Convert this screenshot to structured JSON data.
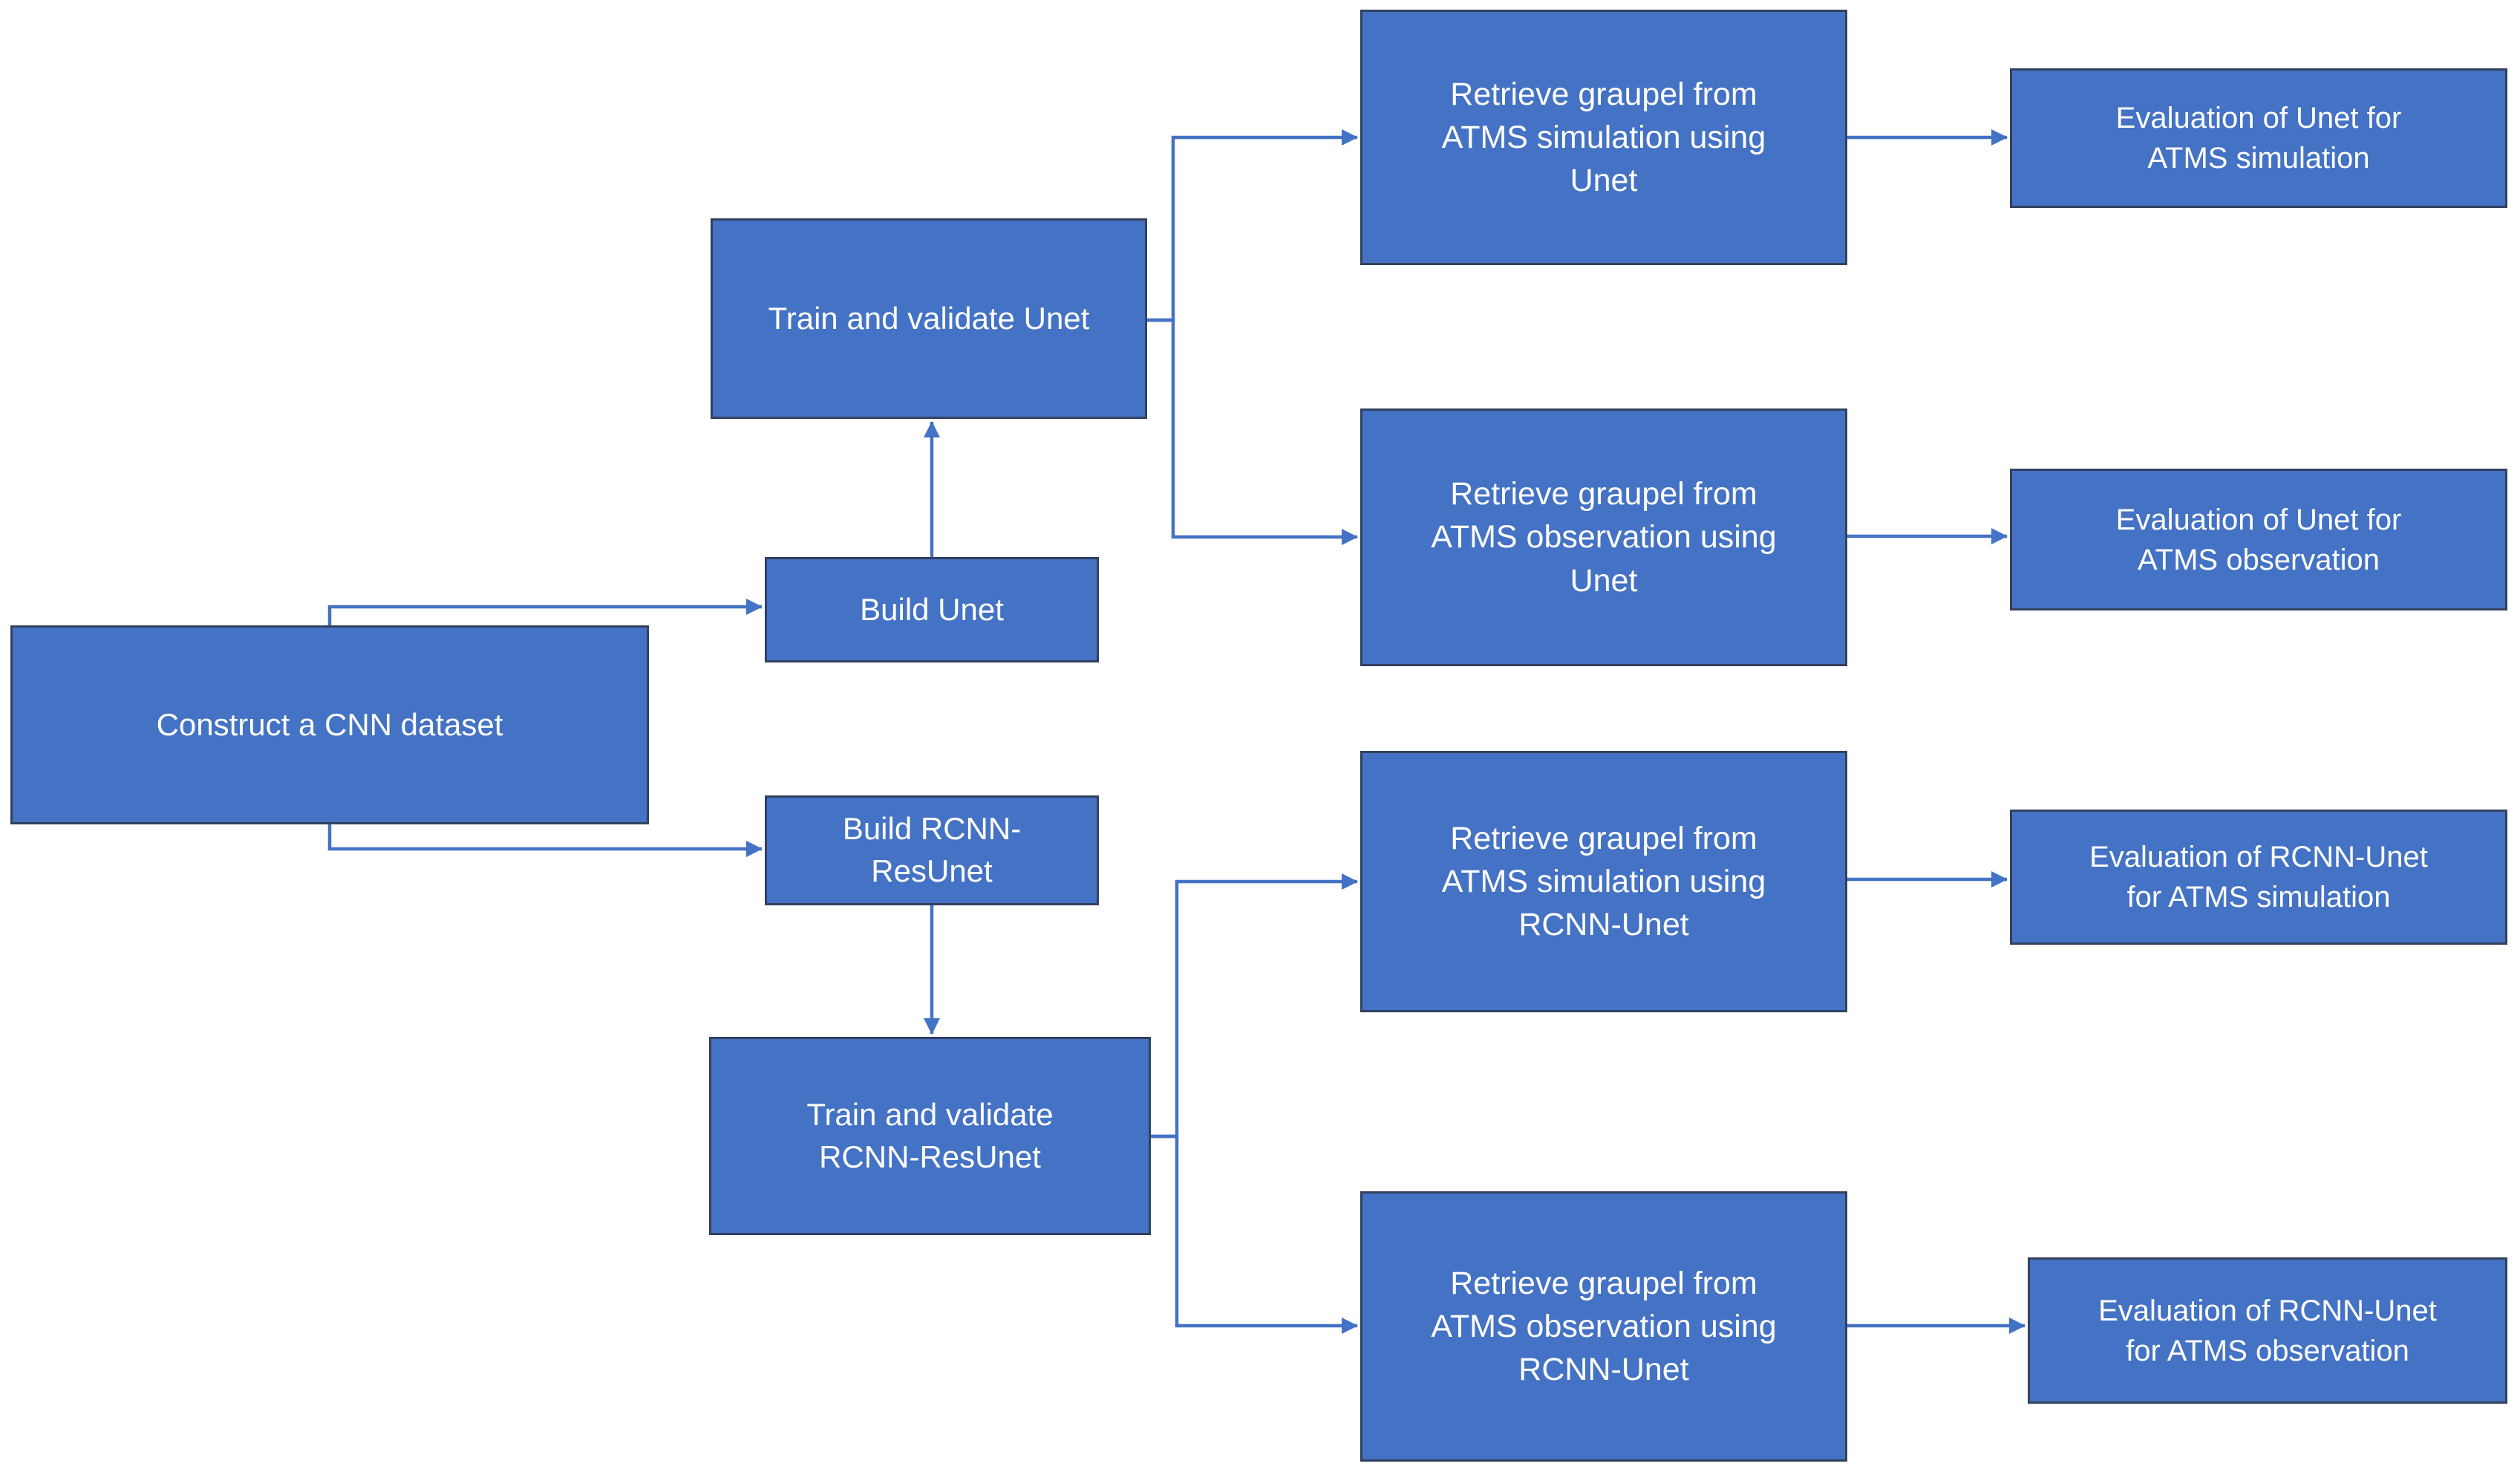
{
  "diagram": {
    "type": "flowchart",
    "background_color": "#ffffff",
    "colors": {
      "node_fill": "#4472C4",
      "node_border": "#33415f",
      "connector": "#4472C4",
      "text": "#ffffff"
    },
    "nodes": [
      {
        "id": "construct-cnn-dataset",
        "label": "Construct a CNN dataset"
      },
      {
        "id": "build-unet",
        "label": "Build Unet"
      },
      {
        "id": "train-validate-unet",
        "label": "Train and validate Unet"
      },
      {
        "id": "build-rcnn-resunet",
        "label": "Build RCNN-\nResUnet"
      },
      {
        "id": "train-validate-rcnn-resunet",
        "label": "Train and validate\nRCNN-ResUnet"
      },
      {
        "id": "retrieve-graupel-atms-simulation-unet",
        "label": "Retrieve graupel from\nATMS simulation using\nUnet"
      },
      {
        "id": "retrieve-graupel-atms-observation-unet",
        "label": "Retrieve graupel from\nATMS observation using\nUnet"
      },
      {
        "id": "retrieve-graupel-atms-simulation-rcnn-unet",
        "label": "Retrieve graupel from\nATMS simulation using\nRCNN-Unet"
      },
      {
        "id": "retrieve-graupel-atms-observation-rcnn-unet",
        "label": "Retrieve graupel from\nATMS observation using\nRCNN-Unet"
      },
      {
        "id": "evaluation-unet-atms-simulation",
        "label": "Evaluation of Unet for\nATMS simulation"
      },
      {
        "id": "evaluation-unet-atms-observation",
        "label": "Evaluation of Unet for\nATMS observation"
      },
      {
        "id": "evaluation-rcnn-unet-atms-simulation",
        "label": "Evaluation of RCNN-Unet\nfor ATMS simulation"
      },
      {
        "id": "evaluation-rcnn-unet-atms-observation",
        "label": "Evaluation of RCNN-Unet\nfor ATMS observation"
      }
    ],
    "edges": [
      {
        "from": "construct-cnn-dataset",
        "to": "build-unet"
      },
      {
        "from": "construct-cnn-dataset",
        "to": "build-rcnn-resunet"
      },
      {
        "from": "build-unet",
        "to": "train-validate-unet"
      },
      {
        "from": "build-rcnn-resunet",
        "to": "train-validate-rcnn-resunet"
      },
      {
        "from": "train-validate-unet",
        "to": "retrieve-graupel-atms-simulation-unet"
      },
      {
        "from": "train-validate-unet",
        "to": "retrieve-graupel-atms-observation-unet"
      },
      {
        "from": "train-validate-rcnn-resunet",
        "to": "retrieve-graupel-atms-simulation-rcnn-unet"
      },
      {
        "from": "train-validate-rcnn-resunet",
        "to": "retrieve-graupel-atms-observation-rcnn-unet"
      },
      {
        "from": "retrieve-graupel-atms-simulation-unet",
        "to": "evaluation-unet-atms-simulation"
      },
      {
        "from": "retrieve-graupel-atms-observation-unet",
        "to": "evaluation-unet-atms-observation"
      },
      {
        "from": "retrieve-graupel-atms-simulation-rcnn-unet",
        "to": "evaluation-rcnn-unet-atms-simulation"
      },
      {
        "from": "retrieve-graupel-atms-observation-rcnn-unet",
        "to": "evaluation-rcnn-unet-atms-observation"
      }
    ]
  }
}
